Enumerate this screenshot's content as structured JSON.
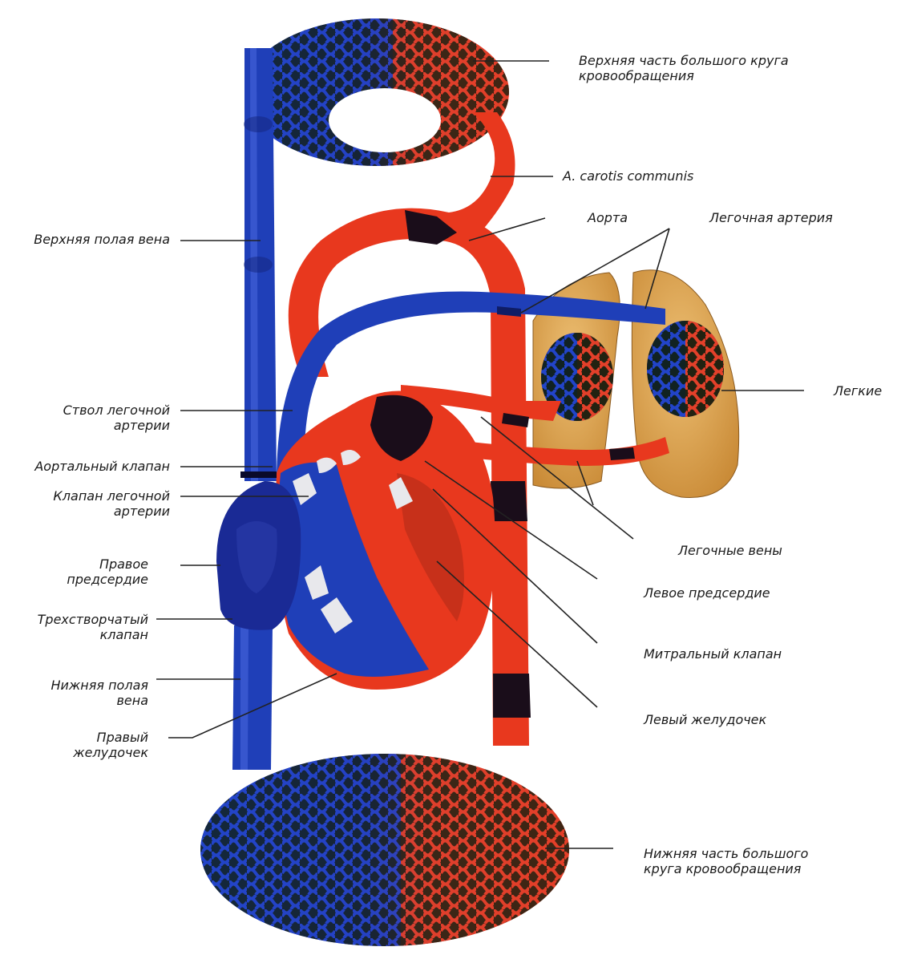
{
  "labels": {
    "upper_systemic": "Верхняя часть большого круга\nкровообращения",
    "carotis": "A. carotis communis",
    "aorta": "Аорта",
    "pulmonary_artery": "Легочная артерия",
    "superior_vena_cava": "Верхняя полая вена",
    "lungs": "Легкие",
    "pulmonary_trunk": "Ствол легочной\nартерии",
    "aortic_valve": "Аортальный клапан",
    "pulmonary_valve": "Клапан легочной\nартерии",
    "right_atrium": "Правое\nпредсердие",
    "tricuspid_valve": "Трехстворчатый\nклапан",
    "inferior_vena_cava": "Нижняя полая\nвена",
    "right_ventricle": "Правый\nжелудочек",
    "pulmonary_veins": "Легочные вены",
    "left_atrium": "Левое предсердие",
    "mitral_valve": "Митральный клапан",
    "left_ventricle": "Левый желудочек",
    "lower_systemic": "Нижняя часть большого\nкруга кровообращения"
  },
  "colors": {
    "venous_blue": "#1f3fb8",
    "arterial_red": "#e8381e",
    "lung_tan": "#d9a24e",
    "dark_chamber": "#1a0d1a"
  }
}
